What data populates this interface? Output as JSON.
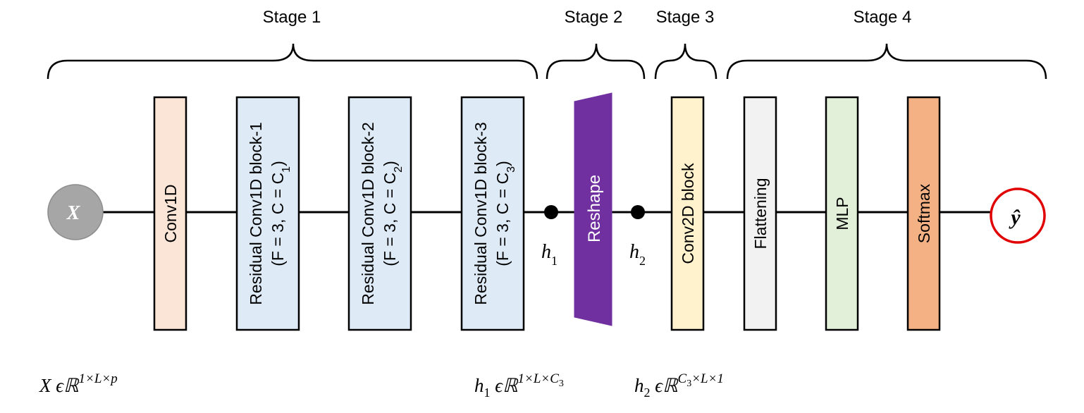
{
  "stages": {
    "stage1": "Stage 1",
    "stage2": "Stage 2",
    "stage3": "Stage 3",
    "stage4": "Stage 4"
  },
  "input": {
    "symbol": "X"
  },
  "output": {
    "symbol": "ŷ"
  },
  "blocks": {
    "conv1d": "Conv1D",
    "res1_line1": "Residual Conv1D block-1",
    "res1_line2": "(F = 3,  C = C",
    "res1_sub": "1",
    "res2_line1": "Residual Conv1D block-2",
    "res2_line2": "(F = 3,  C = C",
    "res2_sub": "2",
    "res3_line1": "Residual Conv1D block-3",
    "res3_line2": "(F = 3,  C = C",
    "res3_sub": "3",
    "reshape": "Reshape",
    "conv2d": "Conv2D block",
    "flattening": "Flattening",
    "mlp": "MLP",
    "softmax": "Softmax"
  },
  "nodes": {
    "h1_symbol": "h",
    "h1_sub": "1",
    "h2_symbol": "h",
    "h2_sub": "2"
  },
  "annotations": {
    "x_base": "X ϵℝ",
    "x_sup": "1×L×p",
    "h1_base": "h",
    "h1_base_sub": "1",
    "h1_rel": " ϵℝ",
    "h1_sup": "1×L×C",
    "h1_sup_sub": "3",
    "h2_base": "h",
    "h2_base_sub": "2",
    "h2_rel": " ϵℝ",
    "h2_sup": "C",
    "h2_sup_sub": "3",
    "h2_sup_rest": "×L×1"
  },
  "colors": {
    "conv1d_fill": "#fbe5d6",
    "residual_fill": "#deebf7",
    "reshape_fill": "#7030a0",
    "conv2d_fill": "#fff2cc",
    "flattening_fill": "#f2f2f2",
    "mlp_fill": "#e2f0d9",
    "softmax_fill": "#f4b183",
    "input_fill": "#a6a6a6",
    "output_stroke": "#e00000"
  }
}
